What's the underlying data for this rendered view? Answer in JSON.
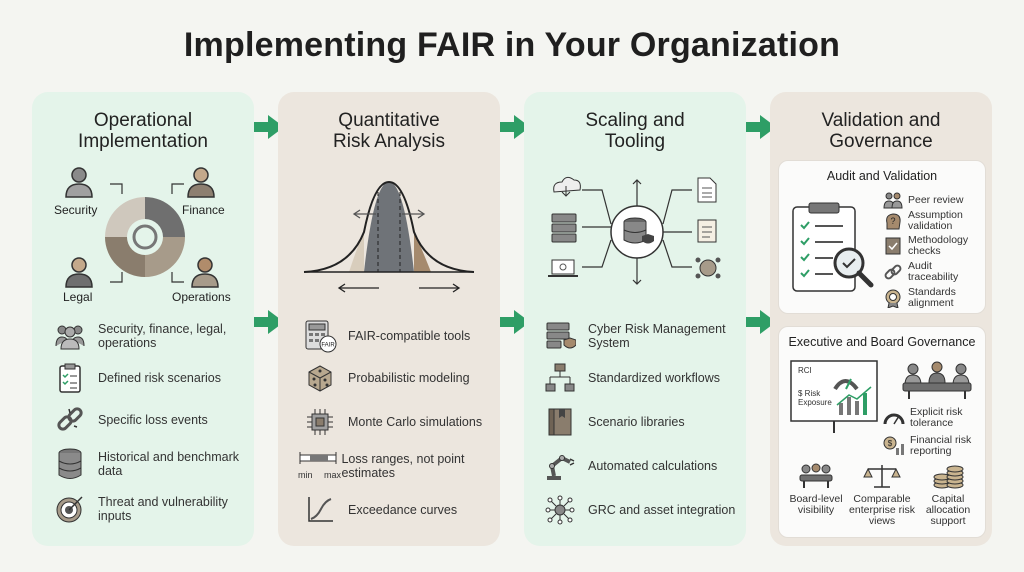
{
  "title": "Implementing FAIR in Your Organization",
  "colors": {
    "green_panel": "#e4f4ea",
    "beige_panel": "#ece6de",
    "arrow": "#2e9e66",
    "dark": "#4d4d4d"
  },
  "col1": {
    "title": "Operational Implementation",
    "roles": {
      "security": "Security",
      "finance": "Finance",
      "legal": "Legal",
      "operations": "Operations"
    },
    "items": [
      {
        "icon": "people-group-icon",
        "text": "Security, finance, legal, operations"
      },
      {
        "icon": "checklist-icon",
        "text": "Defined risk scenarios"
      },
      {
        "icon": "broken-chain-icon",
        "text": "Specific loss events"
      },
      {
        "icon": "database-icon",
        "text": "Historical and benchmark data"
      },
      {
        "icon": "target-icon",
        "text": "Threat and vulnerability inputs"
      }
    ]
  },
  "col2": {
    "title": "Quantitative Risk Analysis",
    "items": [
      {
        "icon": "calculator-icon",
        "text": "FAIR-compatible tools",
        "icon_text": "FAIR"
      },
      {
        "icon": "dice-icon",
        "text": "Probabilistic modeling"
      },
      {
        "icon": "chip-icon",
        "text": "Monte Carlo simulations"
      },
      {
        "icon": "range-slider-icon",
        "text": "Loss ranges, not point estimates",
        "min": "min",
        "max": "max"
      },
      {
        "icon": "curve-chart-icon",
        "text": "Exceedance curves"
      }
    ]
  },
  "col3": {
    "title": "Scaling and Tooling",
    "items": [
      {
        "icon": "server-shield-icon",
        "text": "Cyber Risk Management System"
      },
      {
        "icon": "workflow-icon",
        "text": "Standardized workflows"
      },
      {
        "icon": "book-icon",
        "text": "Scenario libraries"
      },
      {
        "icon": "robot-arm-icon",
        "text": "Automated calculations"
      },
      {
        "icon": "network-icon",
        "text": "GRC and asset integration"
      }
    ]
  },
  "col4": {
    "title": "Validation and Governance",
    "audit": {
      "title": "Audit and Validation",
      "items": [
        {
          "icon": "people-icon",
          "text": "Peer review"
        },
        {
          "icon": "question-head-icon",
          "text": "Assumption validation"
        },
        {
          "icon": "book-check-icon",
          "text": "Methodology checks"
        },
        {
          "icon": "link-icon",
          "text": "Audit traceability"
        },
        {
          "icon": "medal-icon",
          "text": "Standards alignment"
        }
      ]
    },
    "exec": {
      "title": "Executive and Board Governance",
      "board_rci": "RCI",
      "board_exposure": "$ Risk Exposure",
      "items": [
        {
          "icon": "gauge-icon",
          "text": "Explicit risk tolerance"
        },
        {
          "icon": "money-chart-icon",
          "text": "Financial risk reporting"
        }
      ],
      "bottom": [
        {
          "icon": "board-table-icon",
          "text": "Board-level visibility"
        },
        {
          "icon": "scale-icon",
          "text": "Comparable enterprise risk views"
        },
        {
          "icon": "coins-icon",
          "text": "Capital allocation support"
        }
      ]
    }
  }
}
